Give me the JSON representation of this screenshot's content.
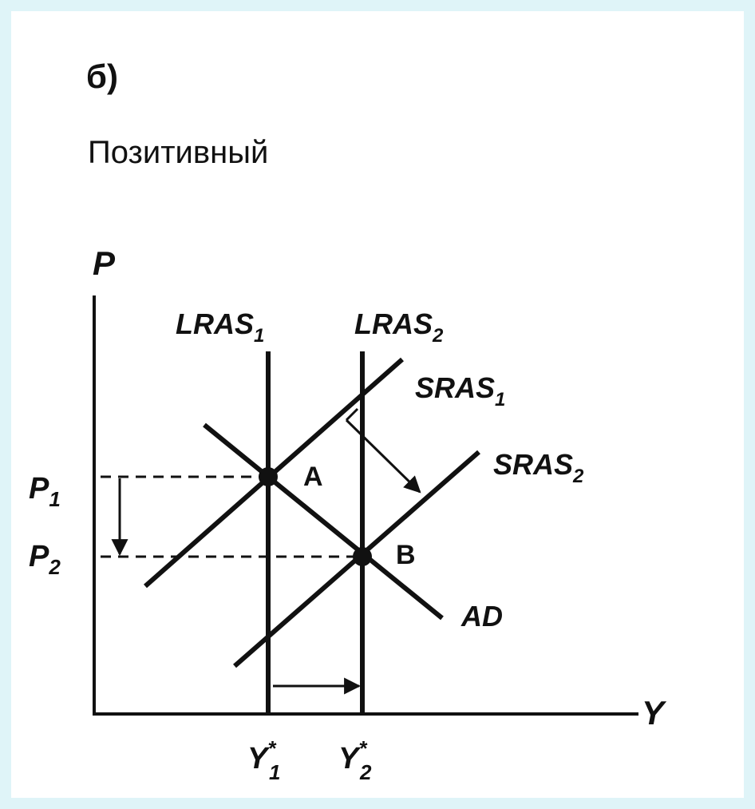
{
  "panel_label": "б)",
  "title": "Позитивный",
  "axes": {
    "y_label": "P",
    "x_label": "Y"
  },
  "curves": {
    "lras1": {
      "name": "LRAS",
      "sub": "1"
    },
    "lras2": {
      "name": "LRAS",
      "sub": "2"
    },
    "sras1": {
      "name": "SRAS",
      "sub": "1"
    },
    "sras2": {
      "name": "SRAS",
      "sub": "2"
    },
    "ad": {
      "name": "AD"
    }
  },
  "points": {
    "a": "A",
    "b": "B"
  },
  "price_levels": {
    "p1": {
      "name": "P",
      "sub": "1"
    },
    "p2": {
      "name": "P",
      "sub": "2"
    }
  },
  "output_levels": {
    "y1": {
      "name": "Y",
      "sup": "*",
      "sub": "1"
    },
    "y2": {
      "name": "Y",
      "sup": "*",
      "sub": "2"
    }
  }
}
